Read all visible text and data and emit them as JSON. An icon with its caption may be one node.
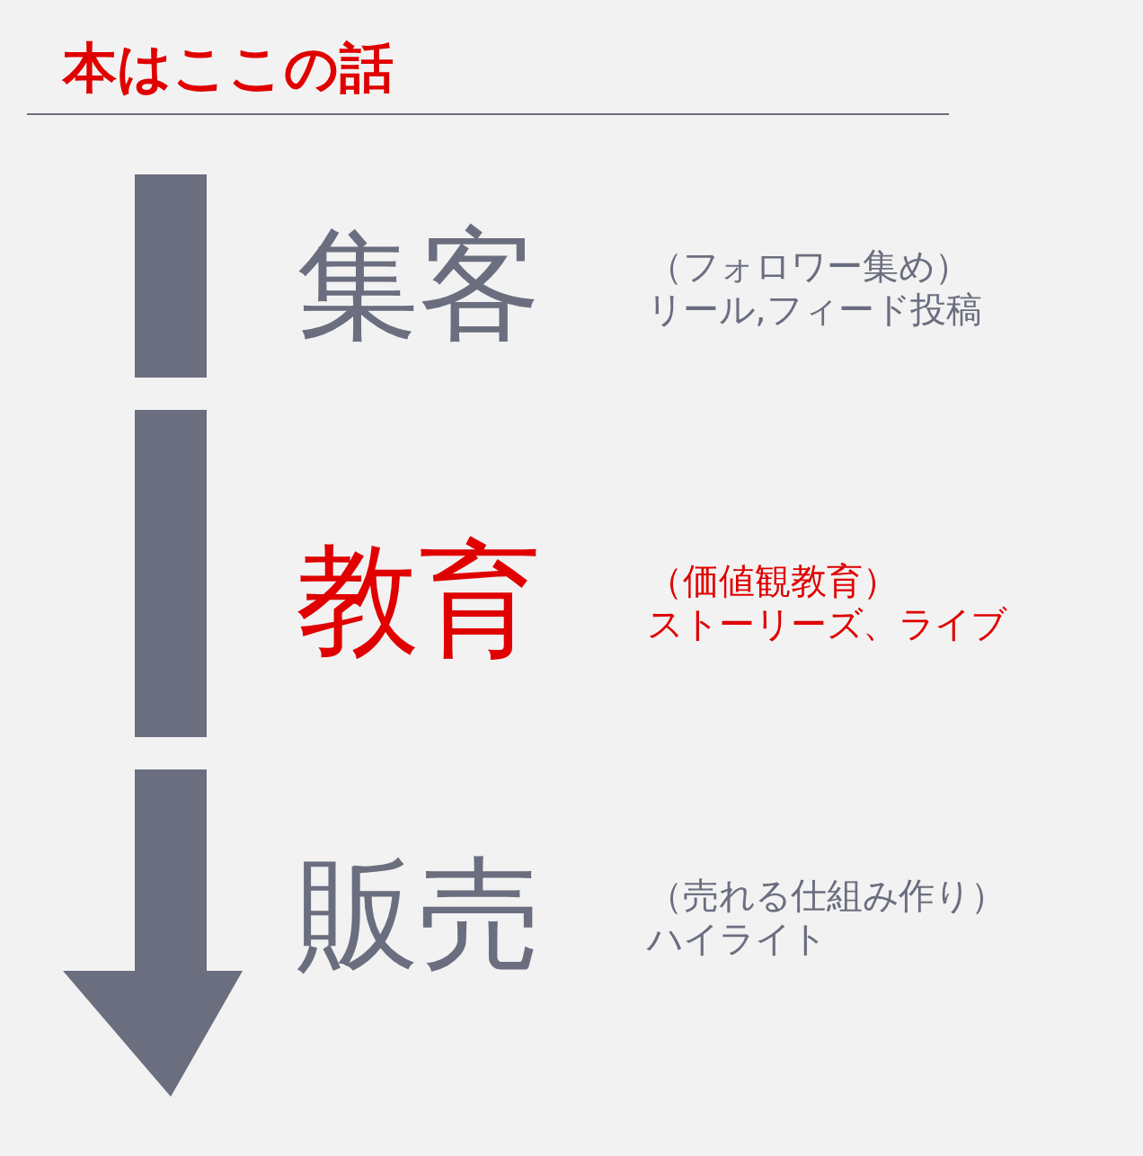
{
  "diagram": {
    "title": "本はここの話",
    "nodes": [
      {
        "text": [
          "集客"
        ],
        "beside": [
          "（フォロワー集め）",
          "リール,フィード投稿"
        ]
      },
      {
        "text": [
          "教育"
        ],
        "beside": [
          "（価値観教育）",
          "ストーリーズ、ライブ"
        ]
      },
      {
        "text": [
          "販売"
        ],
        "beside": [
          "（売れる仕組み作り）",
          "ハイライト"
        ]
      }
    ]
  }
}
